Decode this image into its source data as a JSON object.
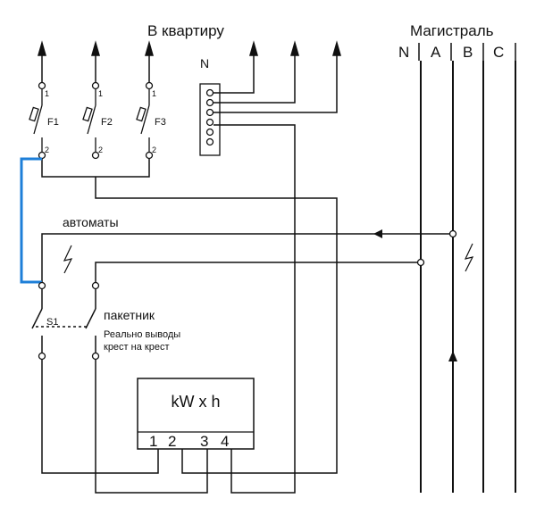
{
  "labels": {
    "to_apartment": "В квартиру",
    "neutral_block": "N",
    "mains": "Магистраль",
    "breakers": "автоматы",
    "switch": "пакетник",
    "note_line1": "Реально выводы",
    "note_line2": "крест на крест",
    "switch_id": "S1"
  },
  "mains_phases": [
    "N",
    "A",
    "B",
    "C"
  ],
  "fuses": [
    {
      "id": "F1",
      "pin_top": "1",
      "pin_bottom": "2"
    },
    {
      "id": "F2",
      "pin_top": "1",
      "pin_bottom": "2"
    },
    {
      "id": "F3",
      "pin_top": "1",
      "pin_bottom": "2"
    }
  ],
  "meter": {
    "display": "kW x h",
    "terminals": [
      "1",
      "2",
      "3",
      "4"
    ]
  },
  "colors": {
    "wire": "#111111",
    "jumper": "#1e7fd8"
  }
}
